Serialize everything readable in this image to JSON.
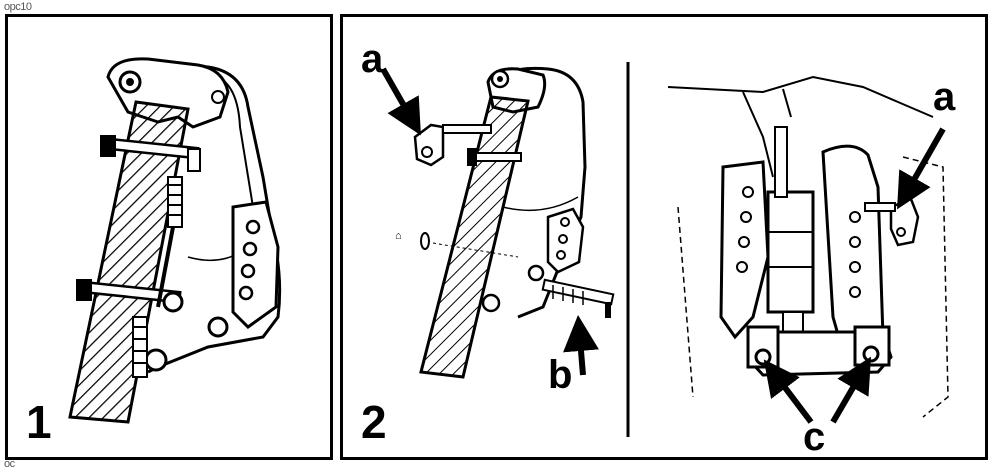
{
  "header": {
    "code": "opc10"
  },
  "footer": {
    "code": "oc"
  },
  "panels": [
    {
      "number": "1"
    },
    {
      "number": "2",
      "callouts": {
        "a_left": "a",
        "b": "b",
        "a_right": "a",
        "c": "c"
      }
    }
  ]
}
